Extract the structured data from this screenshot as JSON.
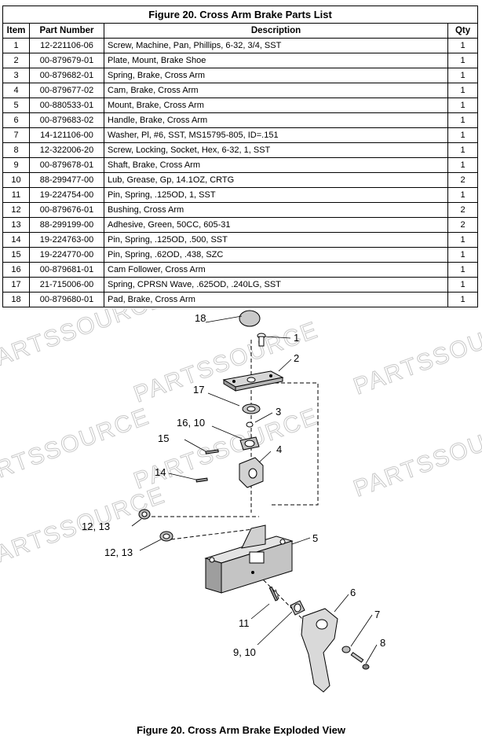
{
  "parts_list": {
    "title": "Figure 20.  Cross Arm Brake Parts List",
    "headers": {
      "item": "Item",
      "part_number": "Part Number",
      "description": "Description",
      "qty": "Qty"
    },
    "rows": [
      {
        "item": "1",
        "part_number": "12-221106-06",
        "description": "Screw, Machine, Pan, Phillips, 6-32, 3/4, SST",
        "qty": "1"
      },
      {
        "item": "2",
        "part_number": "00-879679-01",
        "description": "Plate, Mount, Brake Shoe",
        "qty": "1"
      },
      {
        "item": "3",
        "part_number": "00-879682-01",
        "description": "Spring, Brake, Cross Arm",
        "qty": "1"
      },
      {
        "item": "4",
        "part_number": "00-879677-02",
        "description": "Cam, Brake, Cross Arm",
        "qty": "1"
      },
      {
        "item": "5",
        "part_number": "00-880533-01",
        "description": "Mount, Brake, Cross Arm",
        "qty": "1"
      },
      {
        "item": "6",
        "part_number": "00-879683-02",
        "description": "Handle, Brake, Cross Arm",
        "qty": "1"
      },
      {
        "item": "7",
        "part_number": "14-121106-00",
        "description": "Washer, Pl, #6, SST, MS15795-805, ID=.151",
        "qty": "1"
      },
      {
        "item": "8",
        "part_number": "12-322006-20",
        "description": "Screw, Locking, Socket, Hex, 6-32, 1, SST",
        "qty": "1"
      },
      {
        "item": "9",
        "part_number": "00-879678-01",
        "description": "Shaft, Brake, Cross Arm",
        "qty": "1"
      },
      {
        "item": "10",
        "part_number": "88-299477-00",
        "description": "Lub, Grease, Gp, 14.1OZ, CRTG",
        "qty": "2"
      },
      {
        "item": "11",
        "part_number": "19-224754-00",
        "description": "Pin, Spring, .125OD, 1, SST",
        "qty": "1"
      },
      {
        "item": "12",
        "part_number": "00-879676-01",
        "description": "Bushing, Cross Arm",
        "qty": "2"
      },
      {
        "item": "13",
        "part_number": "88-299199-00",
        "description": "Adhesive, Green, 50CC, 605-31",
        "qty": "2"
      },
      {
        "item": "14",
        "part_number": "19-224763-00",
        "description": "Pin, Spring, .125OD, .500, SST",
        "qty": "1"
      },
      {
        "item": "15",
        "part_number": "19-224770-00",
        "description": "Pin, Spring, .62OD, .438, SZC",
        "qty": "1"
      },
      {
        "item": "16",
        "part_number": "00-879681-01",
        "description": "Cam Follower, Cross Arm",
        "qty": "1"
      },
      {
        "item": "17",
        "part_number": "21-715006-00",
        "description": "Spring, CPRSN Wave, .625OD, .240LG, SST",
        "qty": "1"
      },
      {
        "item": "18",
        "part_number": "00-879680-01",
        "description": "Pad, Brake, Cross Arm",
        "qty": "1"
      }
    ]
  },
  "diagram": {
    "callouts": {
      "c18": "18",
      "c1": "1",
      "c2": "2",
      "c17": "17",
      "c3": "3",
      "c16_10": "16, 10",
      "c15": "15",
      "c4": "4",
      "c14": "14",
      "c12_13_a": "12, 13",
      "c12_13_b": "12, 13",
      "c5": "5",
      "c6": "6",
      "c7": "7",
      "c11": "11",
      "c8": "8",
      "c9_10": "9, 10"
    },
    "watermark": "PARTSSOURCE"
  },
  "caption": "Figure 20.  Cross Arm Brake Exploded View"
}
